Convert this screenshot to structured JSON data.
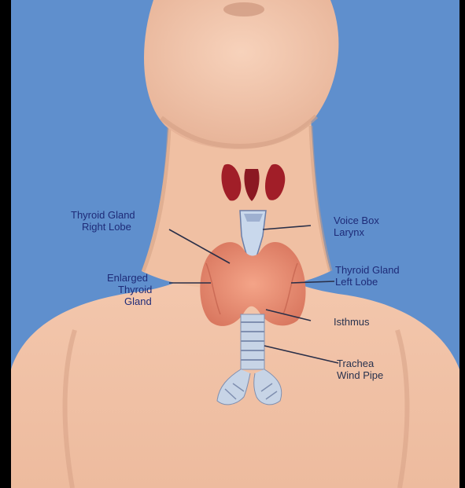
{
  "colors": {
    "background": "#5f8fcd",
    "skin": "#f2c3a6",
    "skin_shadow": "#d49f86",
    "thyroid": "#e8927c",
    "trachea": "#c7d4e6",
    "parathyroid": "#a11e28",
    "label_text": "#1e2b78",
    "leader_line": "#2a2f48"
  },
  "labels": {
    "thyroid_right_lobe_line1": "Thyroid Gland",
    "thyroid_right_lobe_line2": "Right Lobe",
    "voice_box_line1": "Voice Box",
    "voice_box_line2": "Larynx",
    "enlarged_thyroid_line1": "Enlarged",
    "enlarged_thyroid_line2": "Thyroid",
    "enlarged_thyroid_line3": "Gland",
    "thyroid_left_lobe_line1": "Thyroid Gland",
    "thyroid_left_lobe_line2": "Left Lobe",
    "isthmus": "Isthmus",
    "trachea_line1": "Trachea",
    "trachea_line2": "Wind Pipe"
  }
}
